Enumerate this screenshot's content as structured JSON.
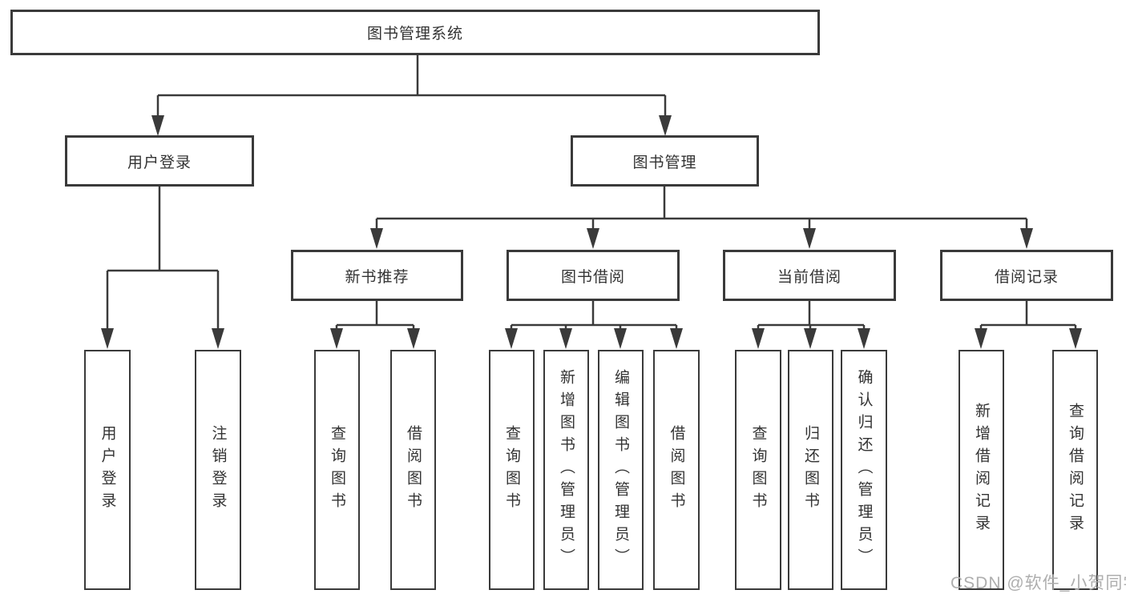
{
  "diagram": {
    "title_node": "图书管理系统",
    "colors": {
      "line": "#3a3a3a",
      "box_border": "#3a3a3a",
      "box_fill": "#ffffff",
      "text": "#333333",
      "watermark": "#aeaeae"
    },
    "nodes": {
      "root": {
        "label": "图书管理系统"
      },
      "user_login": {
        "label": "用户登录"
      },
      "book_mgmt": {
        "label": "图书管理"
      },
      "new_book_rec": {
        "label": "新书推荐"
      },
      "book_borrow": {
        "label": "图书借阅"
      },
      "current_borrow": {
        "label": "当前借阅"
      },
      "borrow_records": {
        "label": "借阅记录"
      },
      "ul_login": {
        "label": "用户登录"
      },
      "ul_logout": {
        "label": "注销登录"
      },
      "nb_query": {
        "label": "查询图书"
      },
      "nb_borrow": {
        "label": "借阅图书"
      },
      "bb_query": {
        "label": "查询图书"
      },
      "bb_add": {
        "label": "新增图书（管理员）"
      },
      "bb_edit": {
        "label": "编辑图书（管理员）"
      },
      "bb_borrow": {
        "label": "借阅图书"
      },
      "cb_query": {
        "label": "查询图书"
      },
      "cb_return": {
        "label": "归还图书"
      },
      "cb_confirm": {
        "label": "确认归还（管理员）"
      },
      "br_add": {
        "label": "新增借阅记录"
      },
      "br_query": {
        "label": "查询借阅记录"
      }
    }
  },
  "watermark": {
    "text": "CSDN @软件_小贺同学"
  }
}
